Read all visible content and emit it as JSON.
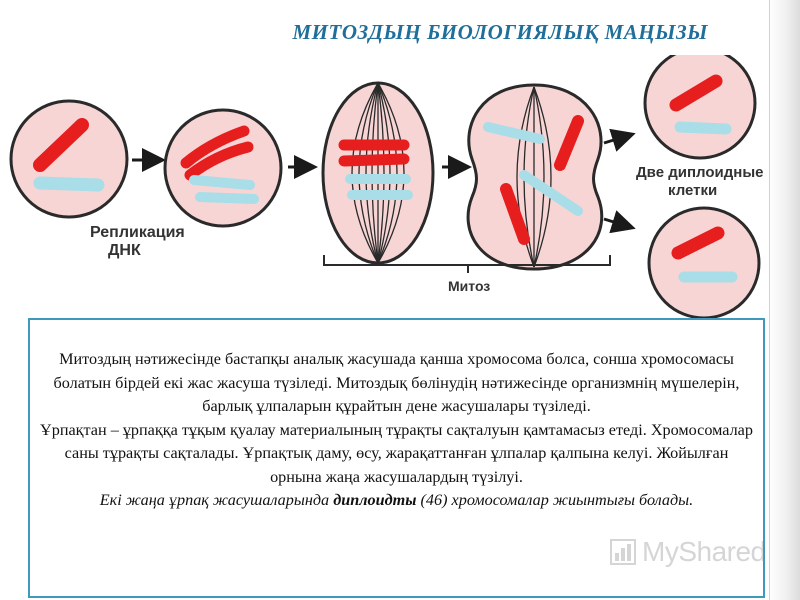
{
  "title": "МИТОЗДЫҢ БИОЛОГИЯЛЫҚ МАҢЫЗЫ",
  "diagram": {
    "label_replication_line1": "Репликация",
    "label_replication_line2": "ДНК",
    "label_mitosis": "Митоз",
    "label_result_line1": "Две диплоидные",
    "label_result_line2": "клетки",
    "colors": {
      "cell_fill": "#f7d5d5",
      "cell_stroke": "#2a2a2a",
      "chromosome_red": "#e61e1e",
      "chromosome_blue": "#a9dde8",
      "spindle": "#2a2a2a"
    }
  },
  "text": {
    "paragraph1": "Митоздың нәтижесінде бастапқы аналық жасушада қанша хромосома болса, сонша хромосомасы болатын бірдей екі жас жасуша түзіледі. Митоздық бөлінудің нәтижесінде организмнің мүшелерін, барлық ұлпаларын құрайтын дене жасушалары түзіледі.",
    "paragraph2": "Ұрпақтан – ұрпаққа тұқым қуалау материалының тұрақты сақталуын қамтамасыз етеді. Хромосомалар саны тұрақты сақталады. Ұрпақтық даму, өсу, жарақаттанған ұлпалар қалпына келуі. Жойылған орнына жаңа жасушалардың түзілуі.",
    "paragraph3_a": "Екі жаңа ұрпақ жасушаларында ",
    "paragraph3_b": "диплоидты",
    "paragraph3_c": " (46) хромосомалар жиынтығы болады."
  },
  "watermark": {
    "text": "MyShared"
  }
}
